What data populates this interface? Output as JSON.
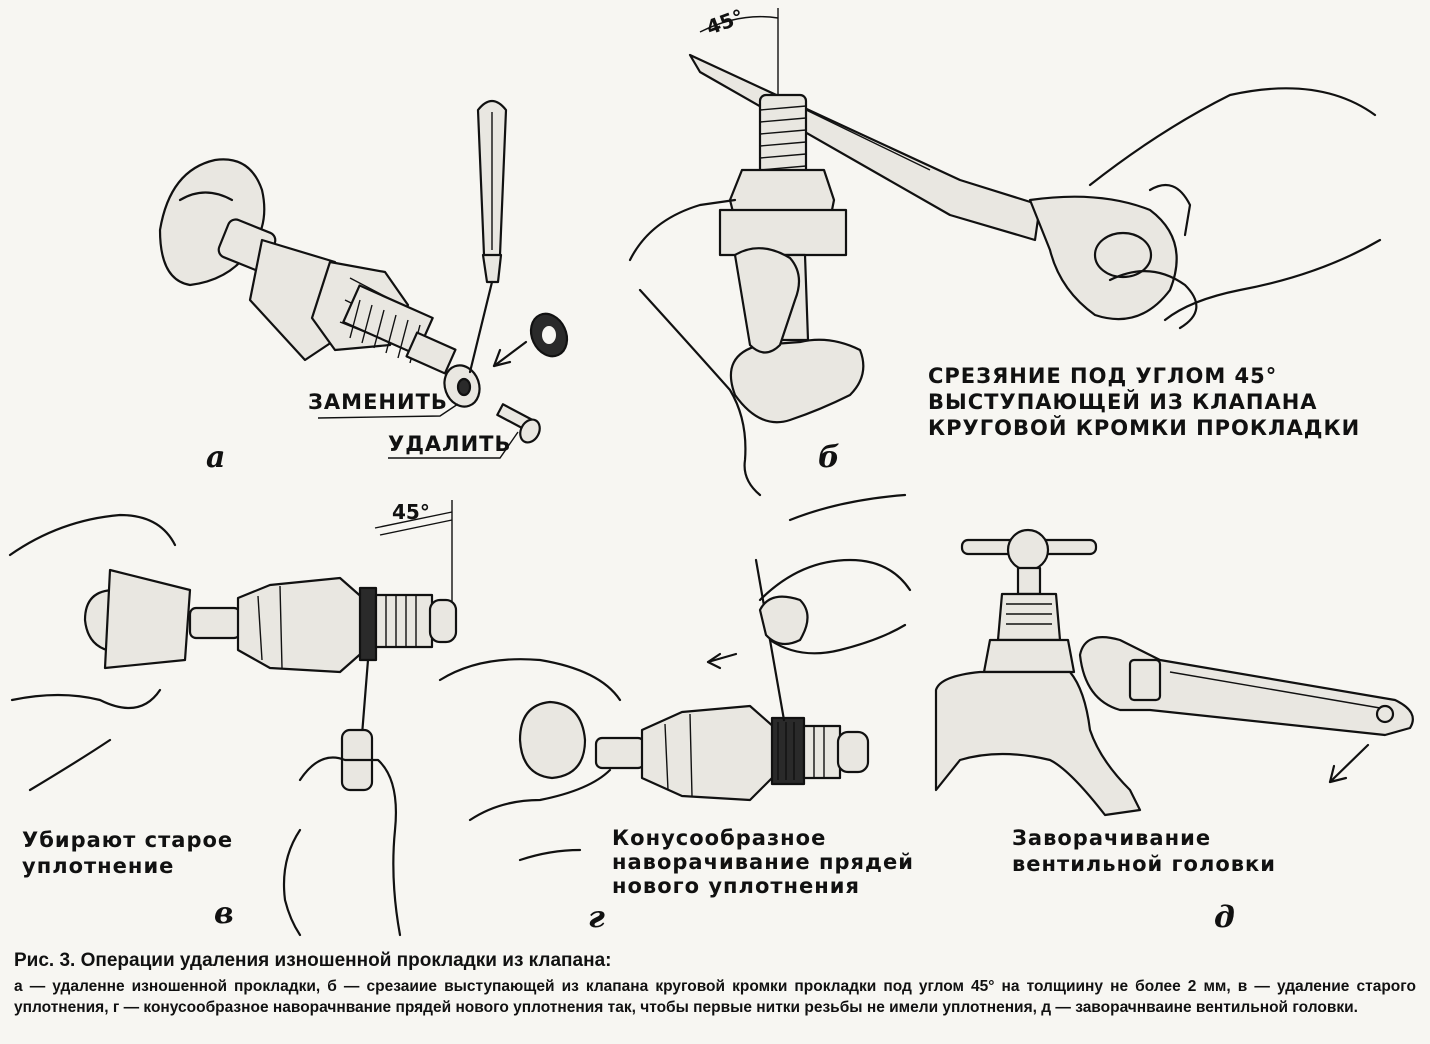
{
  "panels": {
    "a": {
      "letter": "а",
      "label_replace": "ЗАМЕНИТЬ",
      "label_remove": "УДАЛИТЬ"
    },
    "b": {
      "letter": "б",
      "angle": "45°",
      "label_lines": [
        "СРЕЗЯНИЕ ПОД УГЛОМ 45°",
        "ВЫСТУПАЮЩЕЙ ИЗ КЛАПАНА",
        "КРУГОВОЙ КРОМКИ ПРОКЛАДКИ"
      ]
    },
    "v": {
      "letter": "в",
      "angle": "45°",
      "label_lines": [
        "Убирают старое",
        "уплотнение"
      ]
    },
    "g": {
      "letter": "г",
      "label_lines": [
        "Конусообразное",
        "наворачивание прядей",
        "нового уплотнения"
      ]
    },
    "d": {
      "letter": "д",
      "label_lines": [
        "Заворачивание",
        "вентильной головки"
      ]
    }
  },
  "caption": {
    "title": "Рис. 3. Операции удаления изношенной прокладки из клапана:",
    "body": "а — удаленне изношенной прокладки, б — срезаиие выступающей из клапана круговой кромки прокладки под углом 45° на толщиину не более 2 мм, в — удаление старого уплотнения, г — конусообразное наворачнвание прядей нового уплотнения так, чтобы первые нитки резьбы не имели уплотнения, д — заворачнваине вентильной головки."
  }
}
